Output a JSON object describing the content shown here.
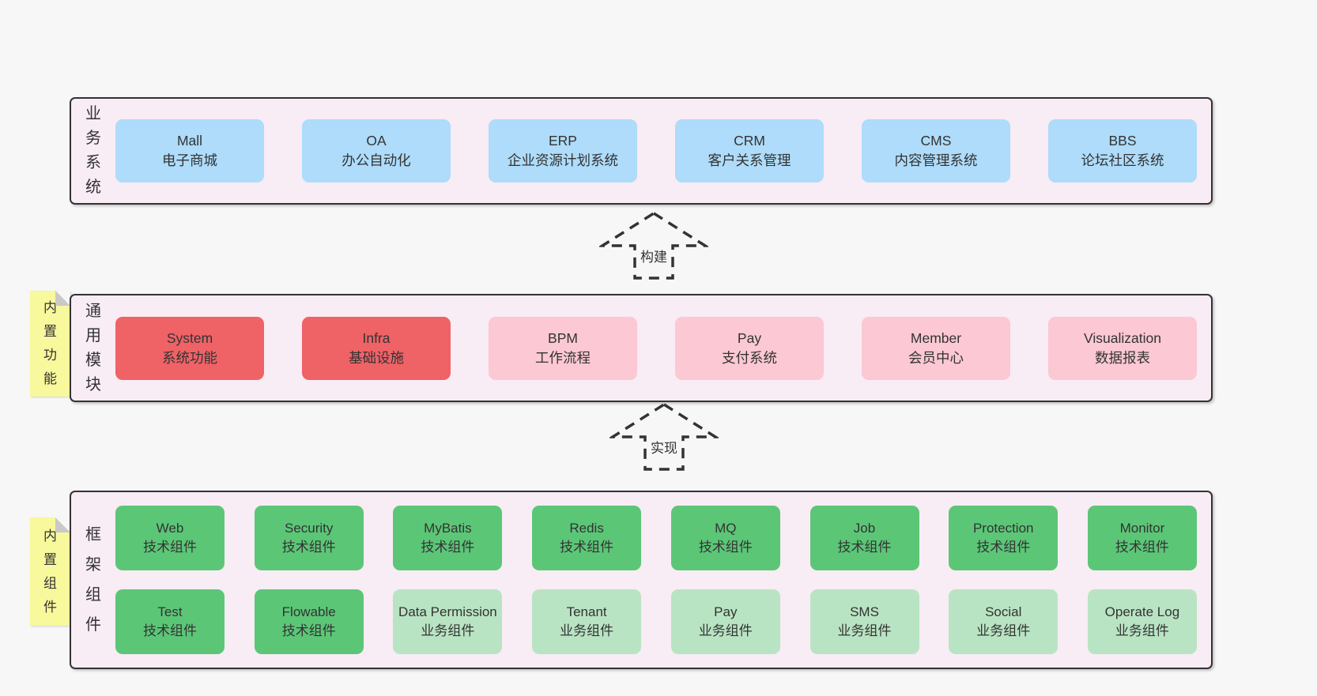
{
  "colors": {
    "page_bg": "#f7f7f7",
    "panel_bg": "#f8ecf5",
    "panel_border": "#333333",
    "box_blue": "#aedcfa",
    "box_red": "#ef6266",
    "box_pink": "#fbc8d3",
    "box_green": "#5cc677",
    "box_green_light": "#b9e4c3",
    "sticky_yellow": "#f8f89c",
    "sticky_fold": "#c9c9c9",
    "text": "#333333"
  },
  "arrows": {
    "build": "构建",
    "implement": "实现"
  },
  "layers": {
    "business": {
      "label": "业务系统",
      "boxes": [
        {
          "name": "Mall",
          "desc": "电子商城"
        },
        {
          "name": "OA",
          "desc": "办公自动化"
        },
        {
          "name": "ERP",
          "desc": "企业资源计划系统"
        },
        {
          "name": "CRM",
          "desc": "客户关系管理"
        },
        {
          "name": "CMS",
          "desc": "内容管理系统"
        },
        {
          "name": "BBS",
          "desc": "论坛社区系统"
        }
      ]
    },
    "modules": {
      "label": "通用模块",
      "sticky": "内置功能",
      "boxes": [
        {
          "name": "System",
          "desc": "系统功能"
        },
        {
          "name": "Infra",
          "desc": "基础设施"
        },
        {
          "name": "BPM",
          "desc": "工作流程"
        },
        {
          "name": "Pay",
          "desc": "支付系统"
        },
        {
          "name": "Member",
          "desc": "会员中心"
        },
        {
          "name": "Visualization",
          "desc": "数据报表"
        }
      ]
    },
    "components": {
      "label": "框架组件",
      "sticky": "内置组件",
      "row1": [
        {
          "name": "Web",
          "desc": "技术组件"
        },
        {
          "name": "Security",
          "desc": "技术组件"
        },
        {
          "name": "MyBatis",
          "desc": "技术组件"
        },
        {
          "name": "Redis",
          "desc": "技术组件"
        },
        {
          "name": "MQ",
          "desc": "技术组件"
        },
        {
          "name": "Job",
          "desc": "技术组件"
        },
        {
          "name": "Protection",
          "desc": "技术组件"
        },
        {
          "name": "Monitor",
          "desc": "技术组件"
        }
      ],
      "row2": [
        {
          "name": "Test",
          "desc": "技术组件"
        },
        {
          "name": "Flowable",
          "desc": "技术组件"
        },
        {
          "name": "Data Permission",
          "desc": "业务组件"
        },
        {
          "name": "Tenant",
          "desc": "业务组件"
        },
        {
          "name": "Pay",
          "desc": "业务组件"
        },
        {
          "name": "SMS",
          "desc": "业务组件"
        },
        {
          "name": "Social",
          "desc": "业务组件"
        },
        {
          "name": "Operate Log",
          "desc": "业务组件"
        }
      ]
    }
  }
}
